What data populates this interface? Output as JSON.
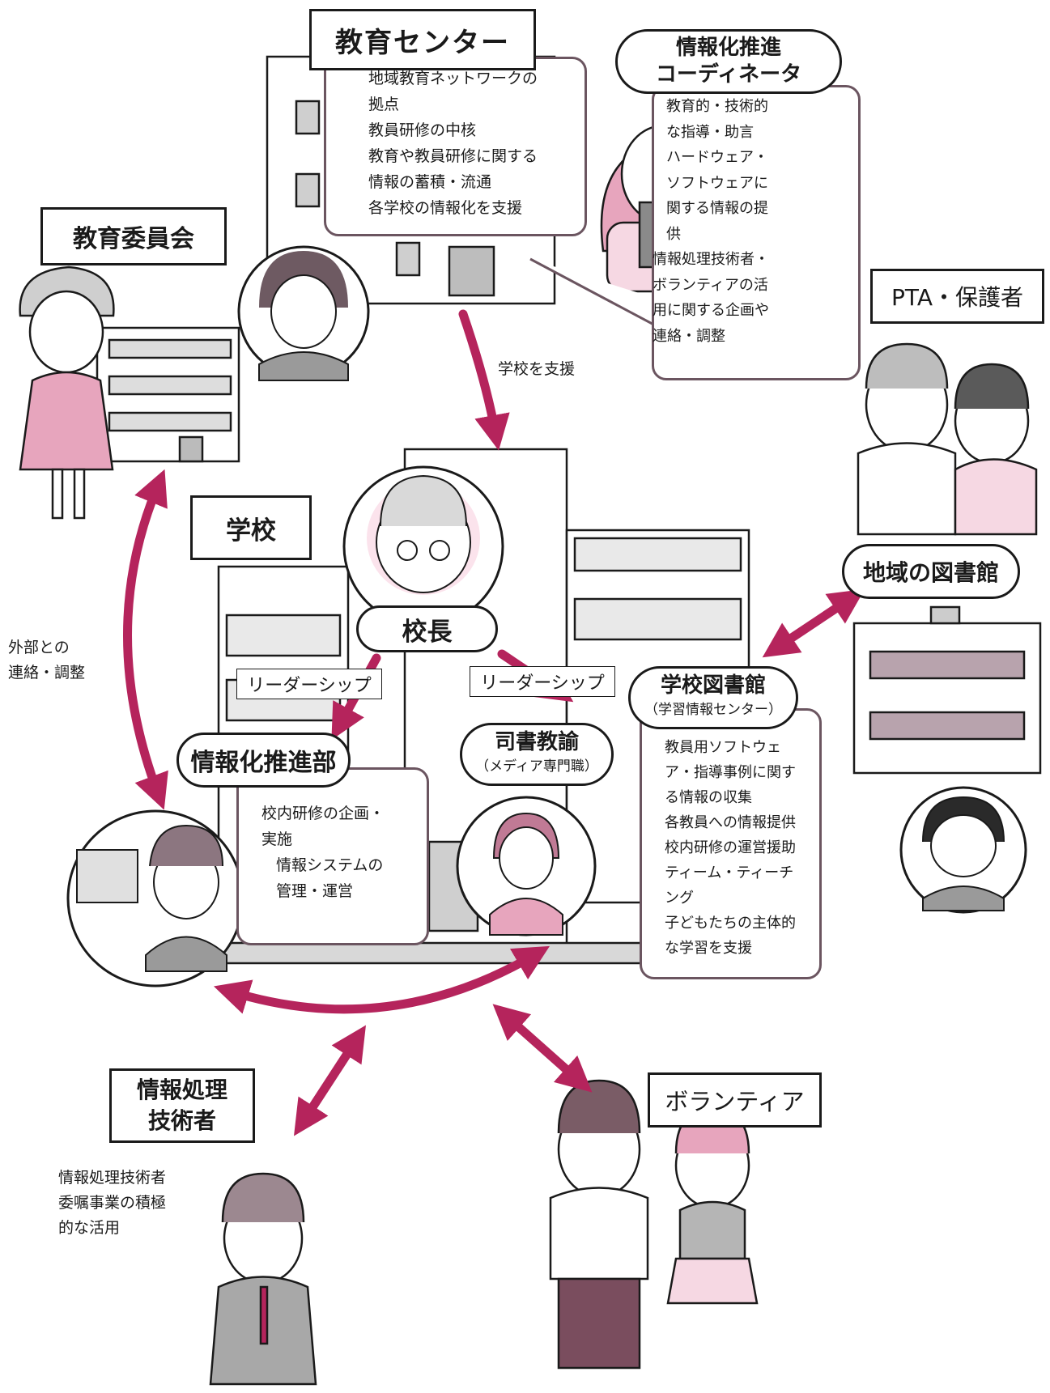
{
  "nodes": {
    "education_center": {
      "title": "教育センター",
      "lines": [
        "地域教育ネットワークの",
        "拠点",
        "教員研修の中核",
        "教育や教員研修に関する",
        "情報の蓄積・流通",
        "各学校の情報化を支援"
      ]
    },
    "coordinator": {
      "title_line1": "情報化推進",
      "title_line2": "コーディネータ",
      "lines": [
        "教育的・技術的",
        "な指導・助言",
        "ハードウェア・",
        "ソフトウェアに",
        "関する情報の提",
        "供",
        "情報処理技術者・",
        "ボランティアの活",
        "用に関する企画や",
        "連絡・調整"
      ]
    },
    "board": {
      "title": "教育委員会"
    },
    "pta": {
      "title": "PTA・保護者"
    },
    "school": {
      "title": "学校"
    },
    "principal": {
      "title": "校長"
    },
    "local_library": {
      "title": "地域の図書館"
    },
    "promotion_dept": {
      "title": "情報化推進部",
      "lines": [
        "校内研修の企画・",
        "実施",
        "情報システムの",
        "管理・運営"
      ]
    },
    "teacher_librarian": {
      "title": "司書教諭",
      "subtitle": "（メディア専門職）"
    },
    "school_library": {
      "title": "学校図書館",
      "subtitle": "（学習情報センター）",
      "lines": [
        "教員用ソフトウェ",
        "ア・指導事例に関す",
        "る情報の収集",
        "各教員への情報提供",
        "校内研修の運営援助",
        "ティーム・ティーチ",
        "ング",
        "子どもたちの主体的",
        "な学習を支援"
      ]
    },
    "engineer": {
      "title_line1": "情報処理",
      "title_line2": "技術者",
      "lines": [
        "情報処理技術者",
        "委嘱事業の積極",
        "的な活用"
      ]
    },
    "volunteer": {
      "title": "ボランティア"
    }
  },
  "edges": {
    "support_school": "学校を支援",
    "leadership_left": "リーダーシップ",
    "leadership_right": "リーダーシップ",
    "external_line1": "外部との",
    "external_line2": "連絡・調整"
  },
  "colors": {
    "arrow": "#b5245c",
    "pink": "#e7a5bd",
    "pink_light": "#f6d8e3",
    "gray": "#8a8a8a",
    "outline": "#1a1a1a",
    "panel_border": "#6b5560"
  }
}
